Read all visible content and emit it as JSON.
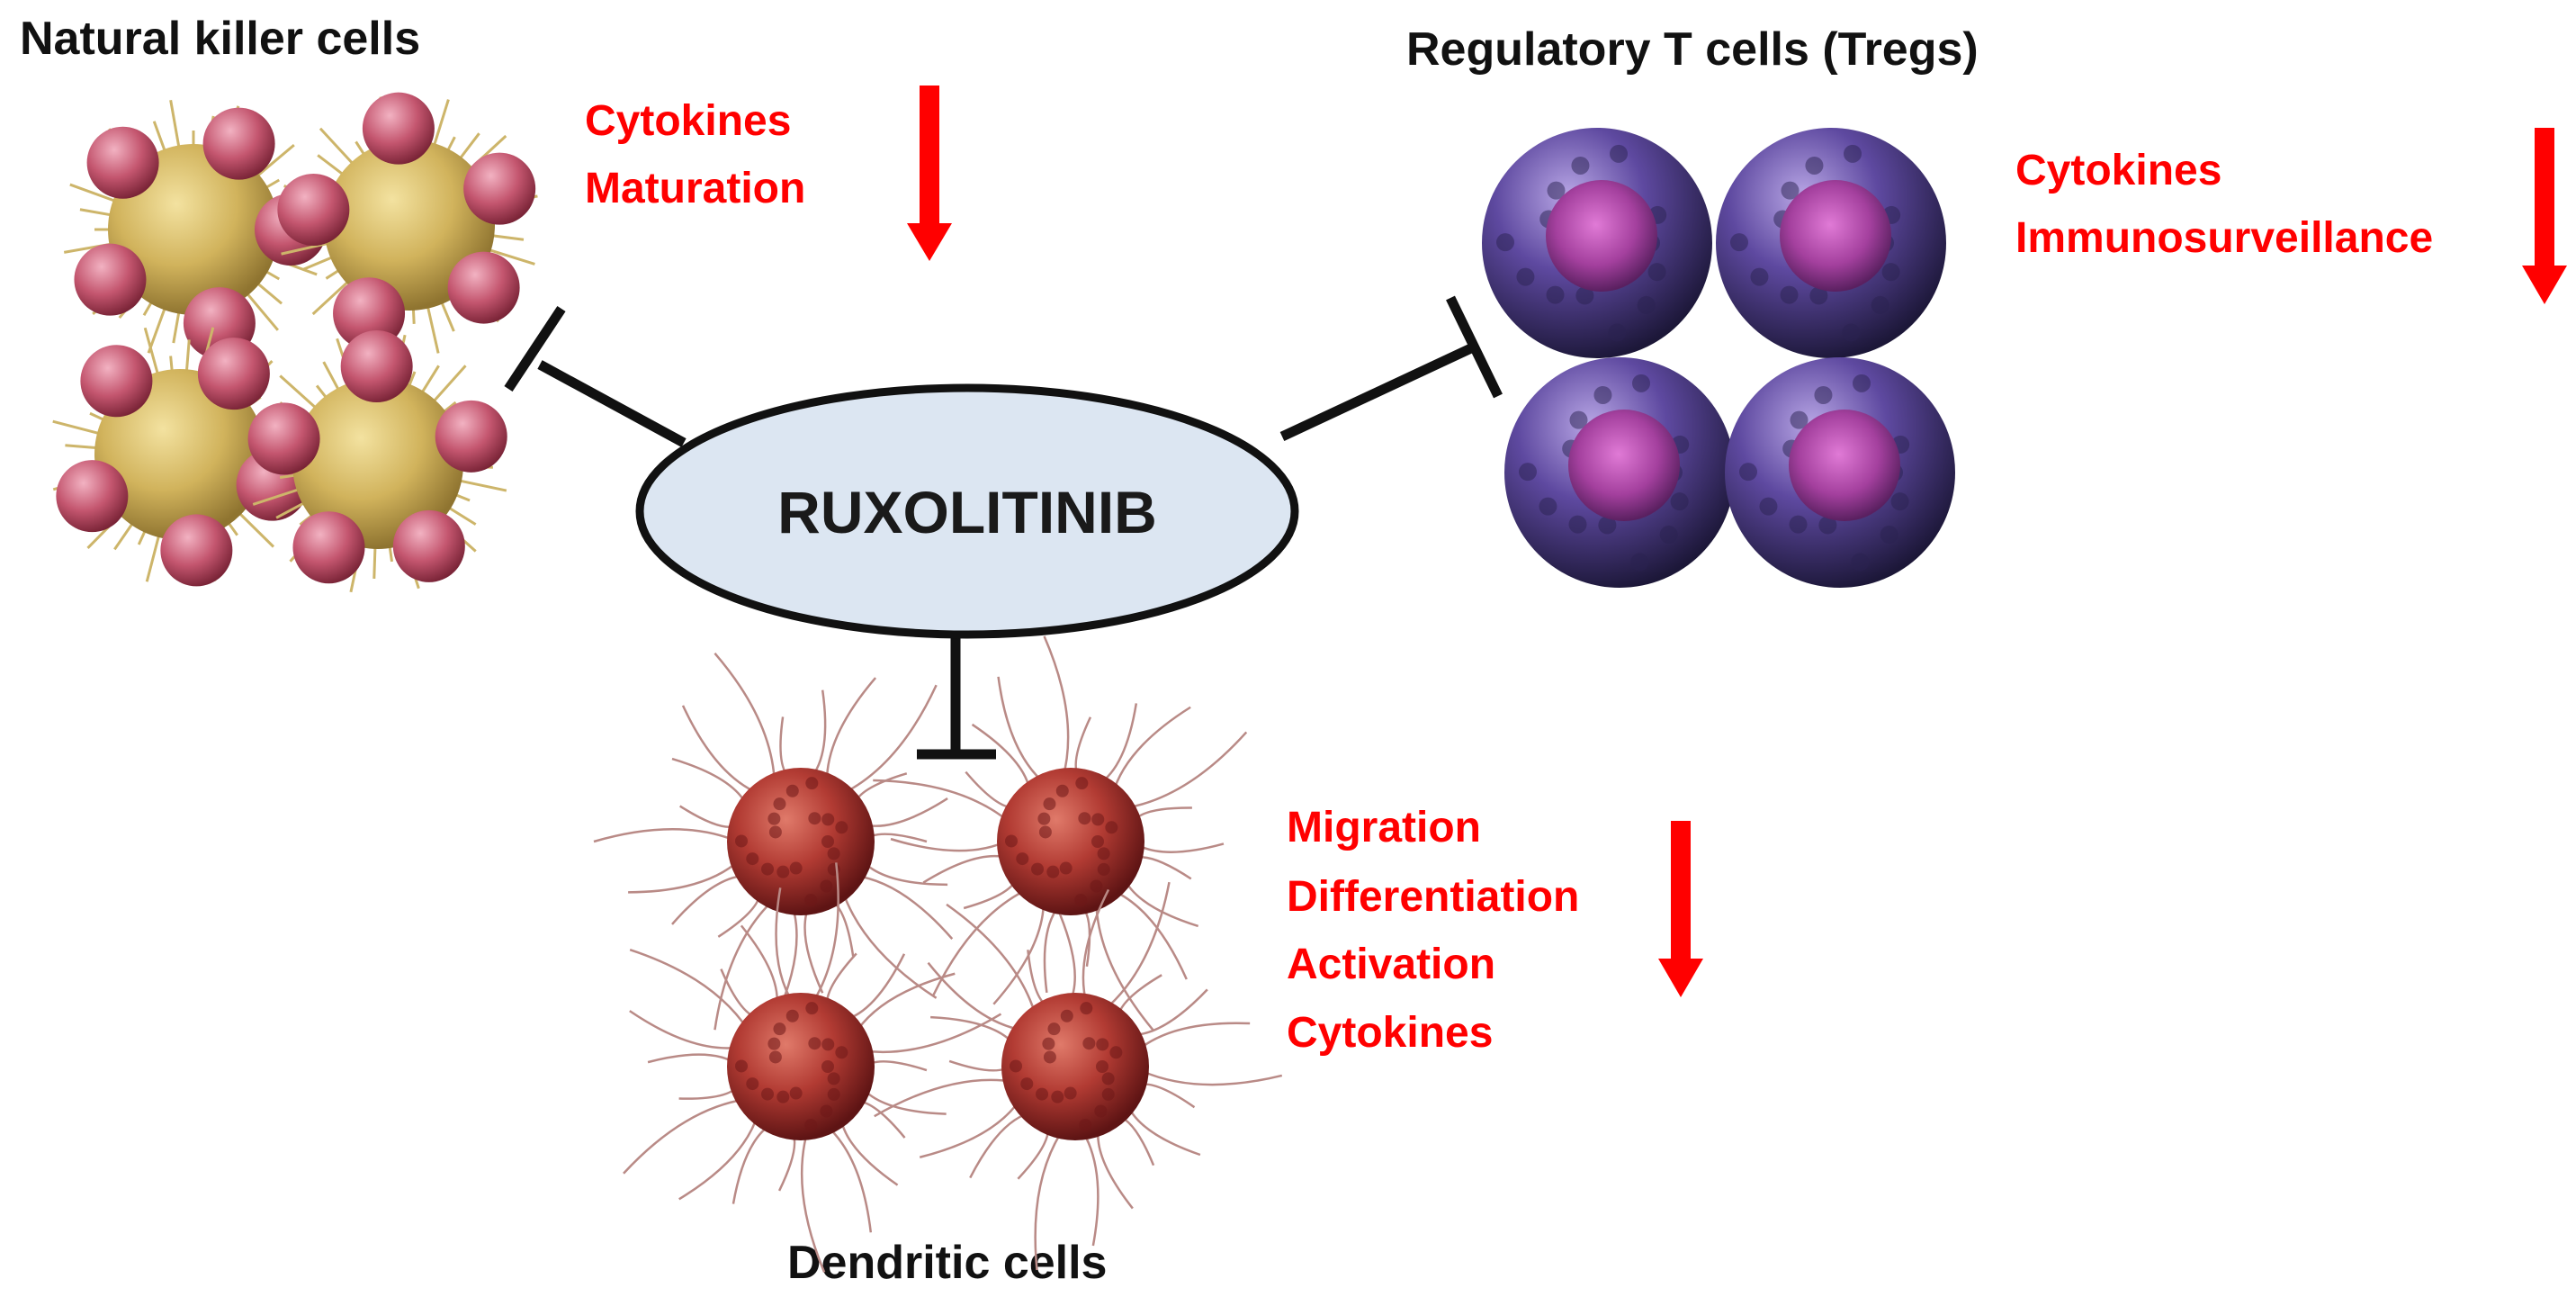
{
  "drug": {
    "label": "RUXOLITINIB"
  },
  "groups": {
    "nk": {
      "title": "Natural killer cells",
      "effects": [
        "Cytokines",
        "Maturation"
      ]
    },
    "tregs": {
      "title": "Regulatory T cells (Tregs)",
      "effects": [
        "Cytokines",
        "Immunosurveillance"
      ]
    },
    "dc": {
      "title": "Dendritic cells",
      "effects": [
        "Migration",
        "Differentiation",
        "Activation",
        "Cytokines"
      ]
    }
  },
  "colors": {
    "effect_text": "#ff0000",
    "down_arrow": "#ff0000",
    "drug_fill": "#dce6f2",
    "inhibition_line": "#111111",
    "nk_cell": "#c9a84a",
    "nk_target": "#b8485e",
    "treg_cell": "#4a3a7a",
    "treg_nucleus": "#a0459e",
    "dc_cell": "#9e2a2a"
  },
  "icons": {
    "inhibition": "t-bar-inhibition-icon",
    "decrease": "down-arrow-icon"
  }
}
